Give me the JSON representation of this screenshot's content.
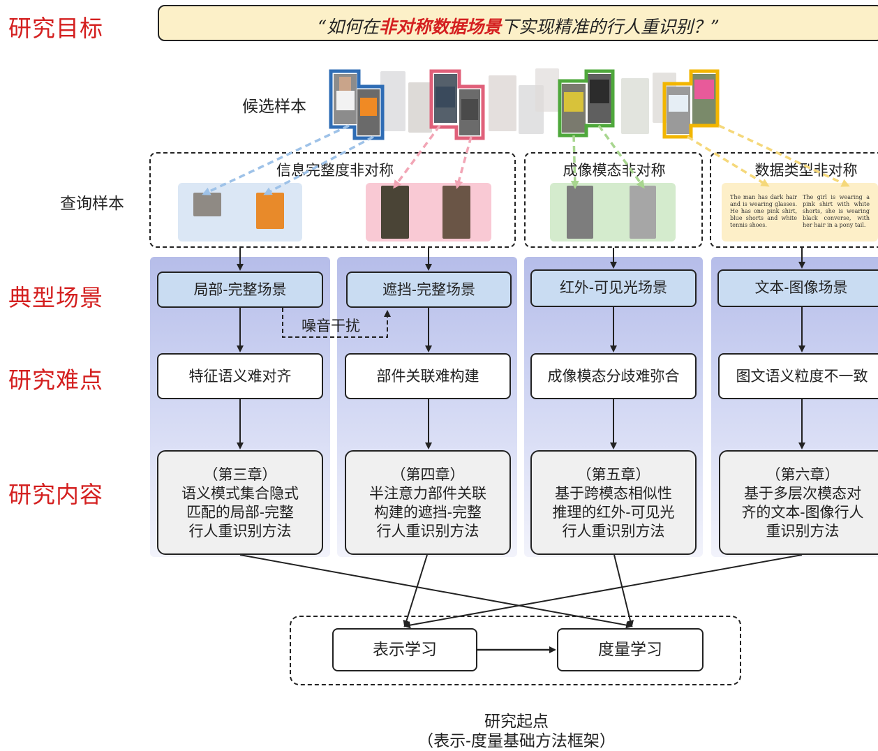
{
  "side_labels": {
    "goal": "研究目标",
    "scenario": "典型场景",
    "difficulty": "研究难点",
    "content": "研究内容"
  },
  "goal": {
    "prefix": "“如何在",
    "highlight": "非对称数据场景",
    "suffix": "下实现精准的行人重识别？”"
  },
  "candidates_label": "候选样本",
  "query_label": "查询样本",
  "groups": [
    {
      "title": "信息完整度非对称"
    },
    {
      "title": "成像模态非对称"
    },
    {
      "title": "数据类型非对称"
    }
  ],
  "text_descriptions": [
    "The man has dark hair and is wearing glasses. He has one pink shirt, blue shorts and white tennis shoes.",
    "The girl is wearing a pink shirt with white shorts, she is wearing black converse, with her hair in a pony tail."
  ],
  "noise_label": "噪音干扰",
  "columns": [
    {
      "scenario": "局部-完整场景",
      "difficulty": "特征语义难对齐",
      "content": [
        "（第三章）",
        "语义模式集合隐式",
        "匹配的局部-完整",
        "行人重识别方法"
      ]
    },
    {
      "scenario": "遮挡-完整场景",
      "difficulty": "部件关联难构建",
      "content": [
        "（第四章）",
        "半注意力部件关联",
        "构建的遮挡-完整",
        "行人重识别方法"
      ]
    },
    {
      "scenario": "红外-可见光场景",
      "difficulty": "成像模态分歧难弥合",
      "content": [
        "（第五章）",
        "基于跨模态相似性",
        "推理的红外-可见光",
        "行人重识别方法"
      ]
    },
    {
      "scenario": "文本-图像场景",
      "difficulty": "图文语义粒度不一致",
      "content": [
        "（第六章）",
        "基于多层次模态对",
        "齐的文本-图像行人",
        "重识别方法"
      ]
    }
  ],
  "foundation": {
    "left": "表示学习",
    "right": "度量学习"
  },
  "caption": [
    "研究起点",
    "（表示-度量基础方法框架）"
  ],
  "colors": {
    "label_red": "#d42020",
    "blue_frame": "#2f6db5",
    "pink_frame": "#e0607a",
    "green_frame": "#4fa83c",
    "yellow_frame": "#f2b600",
    "blue_arrow": "#9ec2e8",
    "pink_arrow": "#f2a5b5",
    "green_arrow": "#a8d68f",
    "yellow_arrow": "#f5d87a"
  }
}
